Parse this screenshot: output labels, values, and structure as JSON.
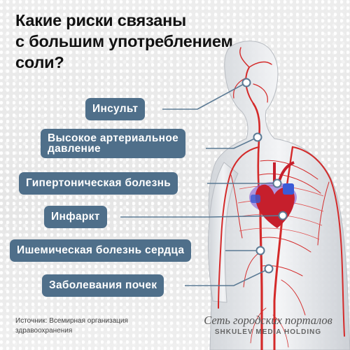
{
  "title_lines": [
    "Какие риски связаны",
    "с большим употреблением",
    "соли?"
  ],
  "risks": [
    {
      "label": "Инсульт"
    },
    {
      "label_lines": [
        "Высокое артериальное",
        "давление"
      ]
    },
    {
      "label": "Гипертоническая болезнь"
    },
    {
      "label": "Инфаркт"
    },
    {
      "label": "Ишемическая болезнь сердца"
    },
    {
      "label": "Заболевания почек"
    }
  ],
  "source_lines": [
    "Источник: Всемирная организация",
    "здравоохранения"
  ],
  "brand": {
    "main": "Сеть городских порталов",
    "sub": "SHKULEV MEDIA HOLDING"
  },
  "colors": {
    "label_bg": "#4f6f8a",
    "artery": "#d42a2a",
    "connector": "#5b7a94"
  }
}
